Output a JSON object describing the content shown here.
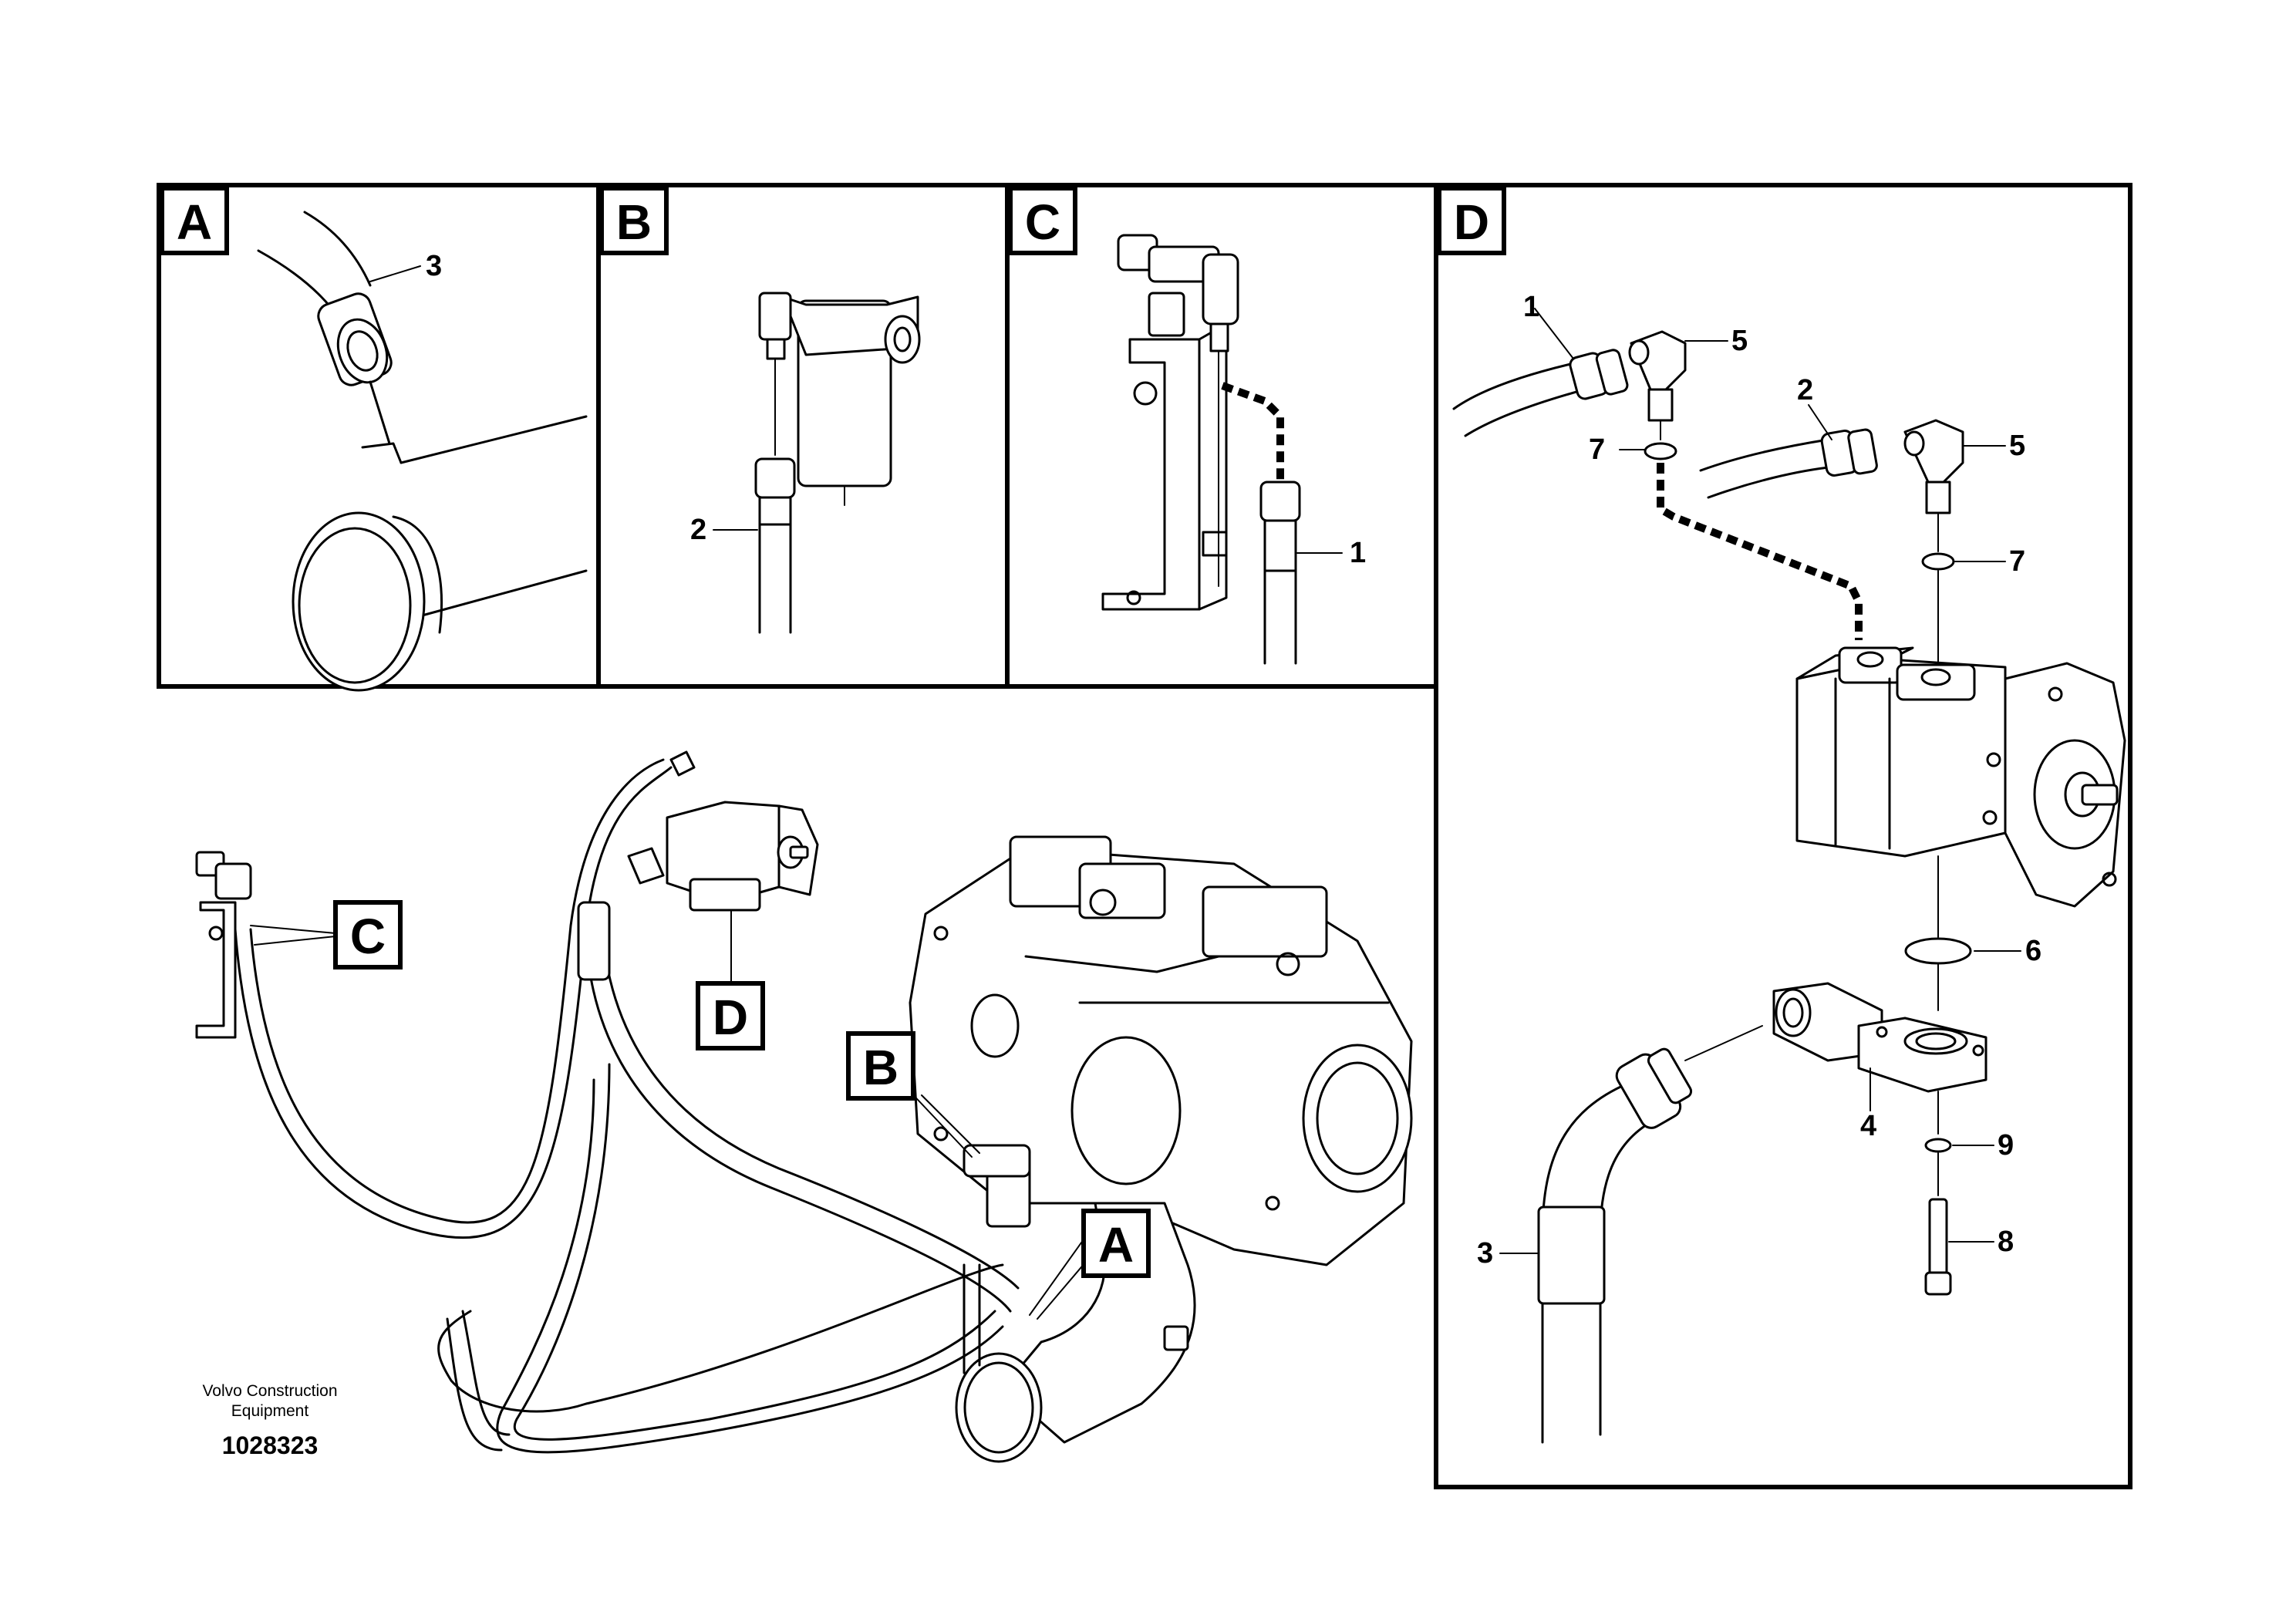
{
  "panels": {
    "a": {
      "tag": "A",
      "callouts": {
        "p3": "3"
      }
    },
    "b": {
      "tag": "B",
      "callouts": {
        "p2": "2"
      }
    },
    "c": {
      "tag": "C",
      "callouts": {
        "p1": "1"
      }
    },
    "d": {
      "tag": "D",
      "callouts": {
        "p1": "1",
        "p5a": "5",
        "p2": "2",
        "p5b": "5",
        "p7a": "7",
        "p7b": "7",
        "p6": "6",
        "p4": "4",
        "p9": "9",
        "p8": "8",
        "p3": "3"
      }
    }
  },
  "overview": {
    "tags": {
      "c": "C",
      "d": "D",
      "b": "B",
      "a": "A"
    }
  },
  "footer": {
    "brand_line1": "Volvo Construction",
    "brand_line2": "Equipment",
    "image_code": "1028323"
  }
}
